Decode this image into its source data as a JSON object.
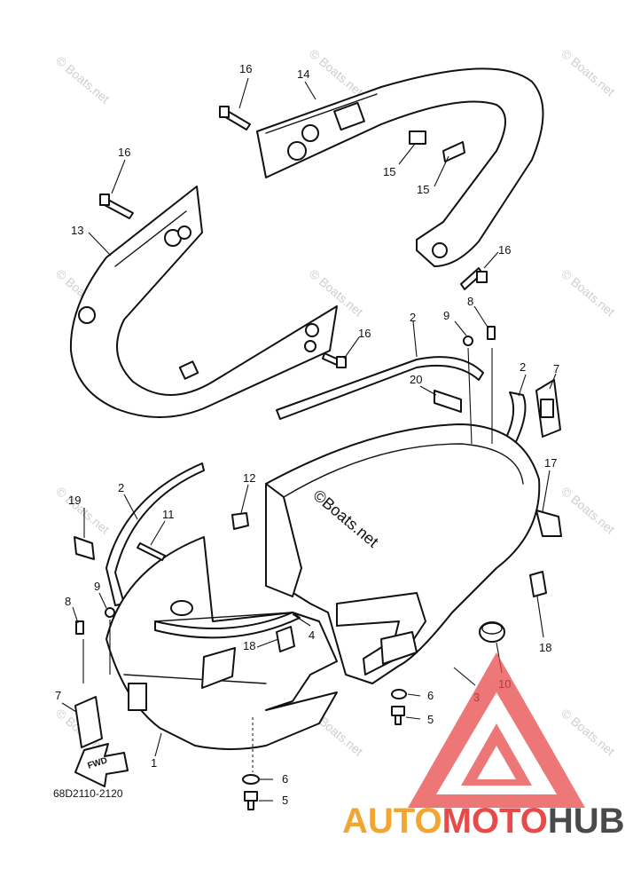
{
  "diagram": {
    "part_code": "68D2110-2120",
    "fwd_label": "FWD",
    "watermark": "© Boats.net",
    "center_watermark": "©Boats.net",
    "callouts": {
      "c1": "1",
      "c2a": "2",
      "c2b": "2",
      "c2c": "2",
      "c3": "3",
      "c4": "4",
      "c5a": "5",
      "c5b": "5",
      "c6a": "6",
      "c6b": "6",
      "c7a": "7",
      "c7b": "7",
      "c8a": "8",
      "c8b": "8",
      "c9a": "9",
      "c9b": "9",
      "c10": "10",
      "c11": "11",
      "c12": "12",
      "c13": "13",
      "c14": "14",
      "c15a": "15",
      "c15b": "15",
      "c16a": "16",
      "c16b": "16",
      "c16c": "16",
      "c16d": "16",
      "c17": "17",
      "c18a": "18",
      "c18b": "18",
      "c19": "19",
      "c20": "20"
    }
  },
  "brand": {
    "part1": "AUTO",
    "part2": "MOTO",
    "part3": "HUB",
    "colors": {
      "orange": "#f3a531",
      "red": "#e84a4a",
      "dark": "#4a4a4a"
    }
  }
}
